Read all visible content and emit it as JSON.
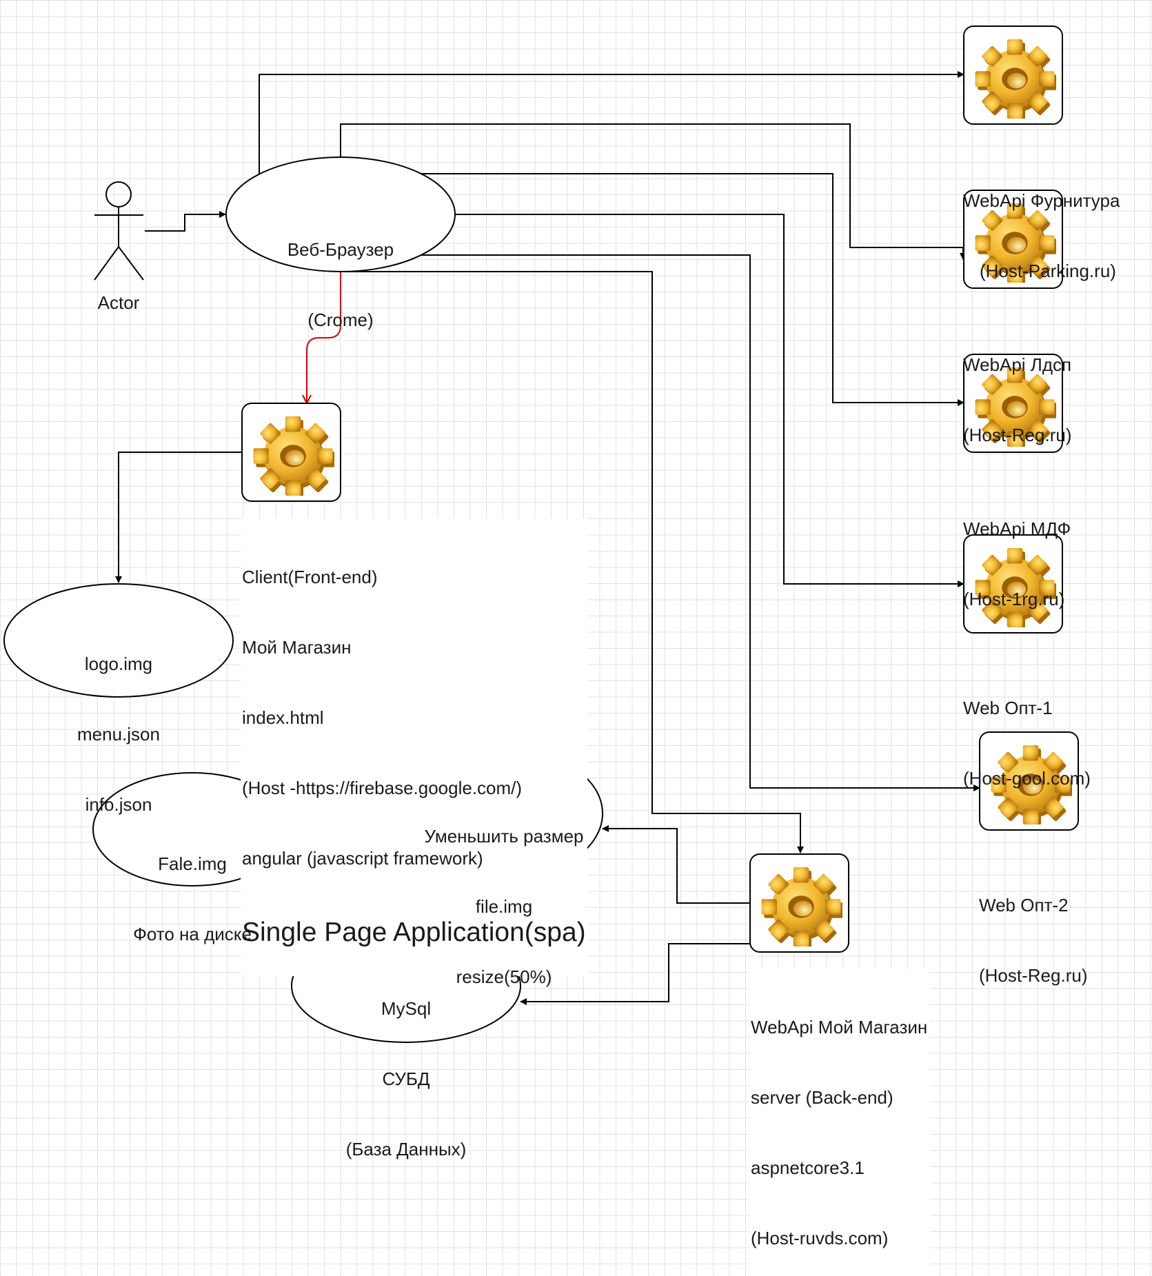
{
  "actor": {
    "label": "Actor"
  },
  "browser": {
    "line1": "Веб-Браузер",
    "line2": "(Crome)"
  },
  "client": {
    "line1": "Client(Front-end)",
    "line2": "Мой Магазин",
    "line3": "index.html",
    "line4": "(Host -https://firebase.google.com/)",
    "line5": "angular (javascript framework)",
    "line6": "Single Page Application(spa)"
  },
  "static_files": {
    "line1": "logo.img",
    "line2": "menu.json",
    "line3": "info.json"
  },
  "services": [
    {
      "line1": "WebApi Фурнитура",
      "line2": "(Host-Parking.ru)"
    },
    {
      "line1": "WebApi Лдсп",
      "line2": "(Host-Reg.ru)"
    },
    {
      "line1": "WebApi МДФ",
      "line2": "(Host-1rg.ru)"
    },
    {
      "line1": "Web Опт-1",
      "line2": "(Host-gool.com)"
    },
    {
      "line1": "Web Опт-2",
      "line2": "(Host-Reg.ru)"
    }
  ],
  "backend": {
    "line1": "WebApi Мой Магазин",
    "line2": "server (Back-end)",
    "line3": "aspnetcore3.1",
    "line4": "(Host-ruvds.com)"
  },
  "resize": {
    "line1": "Уменьшить размер",
    "line2": "file.img",
    "line3": "resize(50%)"
  },
  "file": {
    "line1": "Fale.img",
    "line2": "Фото на диске"
  },
  "db": {
    "line1": "MySql",
    "line2": "СУБД",
    "line3": "(База Данных)"
  },
  "colors": {
    "line": "#000000",
    "highlight_arrow": "#e00000",
    "gear": "#f2b62e",
    "grid": "#e2e2e2"
  },
  "icons": {
    "service": "gear-icon"
  }
}
